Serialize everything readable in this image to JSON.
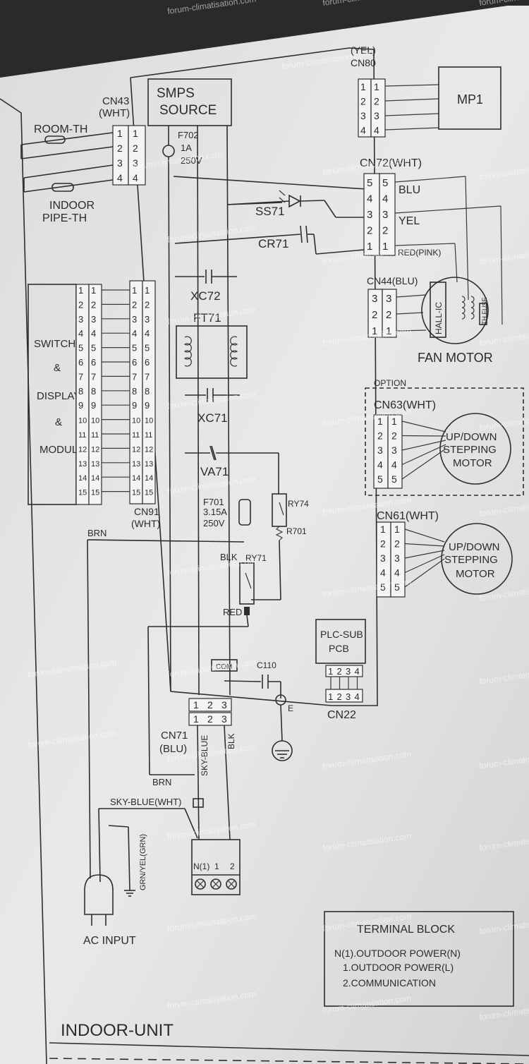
{
  "labels": {
    "cn43": "CN43",
    "room_th": "ROOM-TH",
    "cn43_color": "(WHT)",
    "indoor": "INDOOR",
    "pipe_th": "PIPE-TH",
    "smps1": "SMPS",
    "smps2": "SOURCE",
    "f702": "F702",
    "f702_a": "1A",
    "f702_v": "250V",
    "cn80_color": "(YEL)",
    "cn80": "CN80",
    "mp1": "MP1",
    "cn72": "CN72(WHT)",
    "blu": "BLU",
    "yel": "YEL",
    "red_pink": "RED(PINK)",
    "ss71": "SS71",
    "cr71": "CR71",
    "cn44": "CN44(BLU)",
    "hall_ic": "HALL-IC",
    "th_fuse": "TH FUSE",
    "fan_motor": "FAN MOTOR",
    "xc72": "XC72",
    "ft71": "FT71",
    "xc71": "XC71",
    "va71": "VA71",
    "f701": "F701",
    "f701_a": "3.15A",
    "f701_v": "250V",
    "ry74": "RY74",
    "r701": "R701",
    "ry71": "RY71",
    "blk": "BLK",
    "red": "RED",
    "brn": "BRN",
    "switch": "SWITCH",
    "amp1": "&",
    "display": "DISPLAY",
    "amp2": "&",
    "module": "MODULE",
    "cn91": "CN91",
    "cn91_color": "(WHT)",
    "option": "OPTION",
    "cn63": "CN63(WHT)",
    "cn61": "CN61(WHT)",
    "stepper1_l1": "UP/DOWN",
    "stepper1_l2": "STEPPING",
    "stepper1_l3": "MOTOR",
    "stepper2_l1": "UP/DOWN",
    "stepper2_l2": "STEPPING",
    "stepper2_l3": "MOTOR",
    "plc1": "PLC-SUB",
    "plc2": "PCB",
    "cn22": "CN22",
    "c110": "C110",
    "com": "COM",
    "earth": "E",
    "cn71": "CN71",
    "cn71_color": "(BLU)",
    "sky_blue": "SKY-BLUE",
    "blk_vert": "BLK",
    "brn2": "BRN",
    "sky_blue_wht": "SKY-BLUE(WHT)",
    "grn_yel": "GRN/YEL(GRN)",
    "tb_n1": "N(1)",
    "tb_1": "1",
    "tb_2": "2",
    "ac_input": "AC INPUT",
    "indoor_unit": "INDOOR-UNIT"
  },
  "terminal_block": {
    "title": "TERMINAL BLOCK",
    "line1": "N(1).OUTDOOR POWER(N)",
    "line2": "1.OUTDOOR POWER(L)",
    "line3": "2.COMMUNICATION"
  },
  "pins": {
    "cn43": [
      "1",
      "2",
      "3",
      "4"
    ],
    "cn80": [
      "1",
      "2",
      "3",
      "4"
    ],
    "cn72": [
      "5",
      "4",
      "3",
      "2",
      "1"
    ],
    "cn44": [
      "3",
      "2",
      "1"
    ],
    "cn91": [
      "1",
      "2",
      "3",
      "4",
      "5",
      "6",
      "7",
      "8",
      "9",
      "10",
      "11",
      "12",
      "13",
      "14",
      "15"
    ],
    "cn63": [
      "1",
      "2",
      "3",
      "4",
      "5"
    ],
    "cn61": [
      "1",
      "2",
      "3",
      "4",
      "5"
    ],
    "cn22": [
      "1",
      "2",
      "3",
      "4"
    ],
    "cn71": [
      "1",
      "2",
      "3"
    ]
  },
  "watermark": "forum-climatisation.com"
}
